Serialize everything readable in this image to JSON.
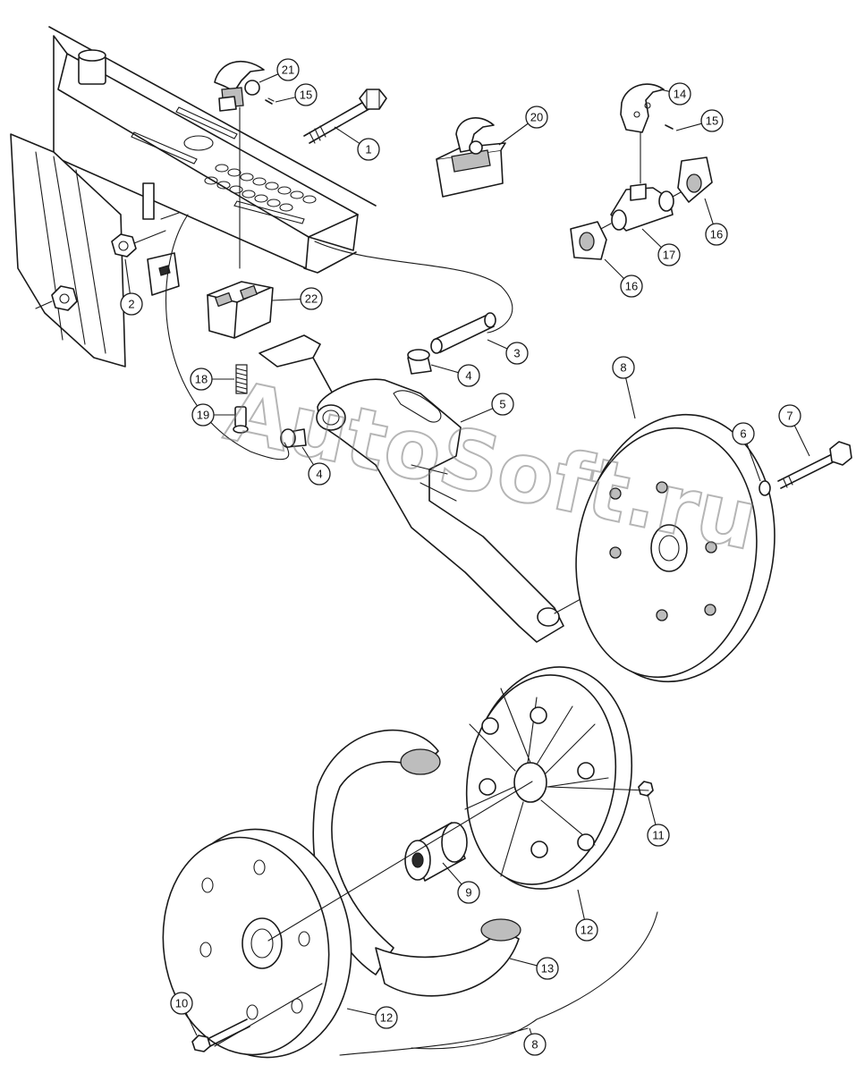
{
  "watermark": "AutoSoft.ru",
  "callouts": [
    {
      "label": "21"
    },
    {
      "label": "15"
    },
    {
      "label": "1"
    },
    {
      "label": "20"
    },
    {
      "label": "14"
    },
    {
      "label": "15"
    },
    {
      "label": "16"
    },
    {
      "label": "17"
    },
    {
      "label": "16"
    },
    {
      "label": "2"
    },
    {
      "label": "22"
    },
    {
      "label": "3"
    },
    {
      "label": "4"
    },
    {
      "label": "18"
    },
    {
      "label": "5"
    },
    {
      "label": "19"
    },
    {
      "label": "4"
    },
    {
      "label": "8"
    },
    {
      "label": "6"
    },
    {
      "label": "7"
    },
    {
      "label": "11"
    },
    {
      "label": "9"
    },
    {
      "label": "12"
    },
    {
      "label": "13"
    },
    {
      "label": "10"
    },
    {
      "label": "12"
    },
    {
      "label": "8"
    }
  ]
}
